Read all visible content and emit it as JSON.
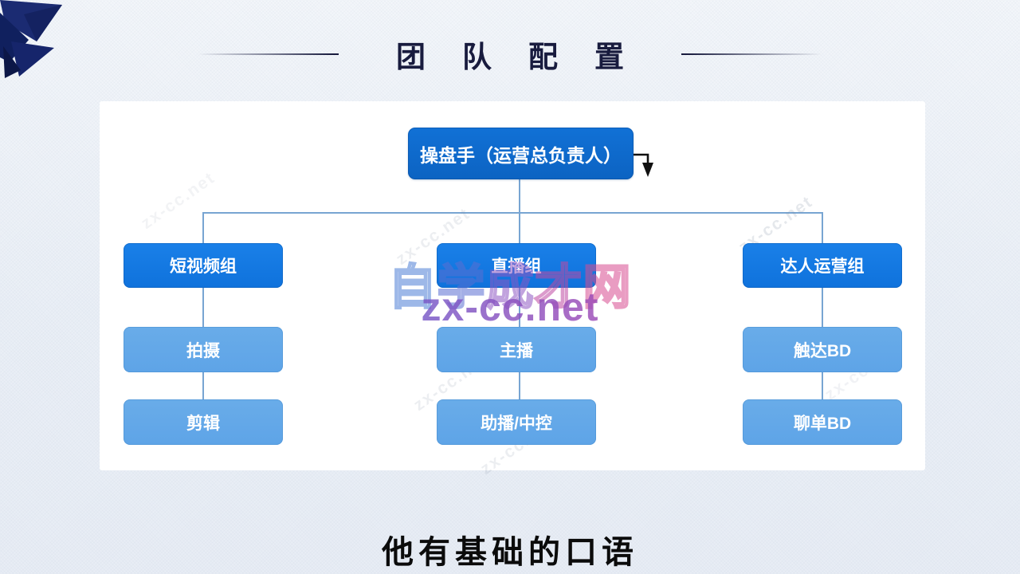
{
  "title": {
    "text": "团队配置"
  },
  "org_chart": {
    "root": {
      "label": "操盘手（运营总负责人）"
    },
    "columns": [
      {
        "head": "短视频组",
        "children": [
          "拍摄",
          "剪辑"
        ]
      },
      {
        "head": "直播组",
        "children": [
          "主播",
          "助播/中控"
        ]
      },
      {
        "head": "达人运营组",
        "children": [
          "触达BD",
          "聊单BD"
        ]
      }
    ]
  },
  "watermark": {
    "site_name": "自学成才网",
    "site_name_colors": [
      "#4e7fd6",
      "#5a6fd2",
      "#8f58c4",
      "#bf4aa4",
      "#d84d92"
    ],
    "site_url": "zx-cc.net",
    "diagonal_text": "zx-cc.net"
  },
  "subtitle": {
    "text": "他有基础的口语"
  },
  "colors": {
    "root_box": "#0d68c9",
    "group_box": "#1377e0",
    "child_box": "#63a8e9",
    "connector": "#78a5d2",
    "title_text": "#181b3e",
    "ribbon": "#1b2b72"
  }
}
